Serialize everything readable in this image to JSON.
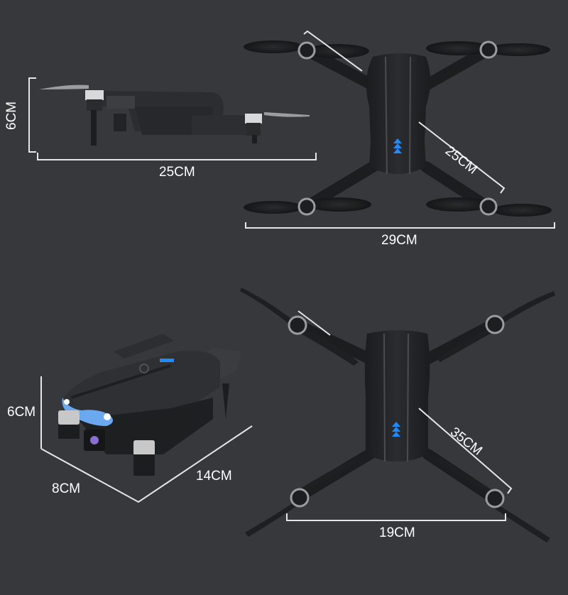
{
  "colors": {
    "background": "#36383b",
    "dimension_line": "#e6e6e6",
    "drone_body": "#1f2022",
    "drone_body_highlight": "#3a3c3f",
    "led_blue": "#1e8bff",
    "headlight_blue": "#6aa8f0",
    "motor_silver": "#c8c8c8"
  },
  "panels": [
    {
      "id": "side-view-folded",
      "view": "side",
      "dimensions": {
        "height": "6CM",
        "length": "25CM"
      }
    },
    {
      "id": "top-view-unfolded",
      "view": "top",
      "dimensions": {
        "diagonal": "25CM",
        "width": "29CM"
      }
    },
    {
      "id": "perspective-folded",
      "view": "perspective",
      "dimensions": {
        "height": "6CM",
        "width": "8CM",
        "length": "14CM"
      }
    },
    {
      "id": "top-view-extended",
      "view": "top",
      "dimensions": {
        "diagonal": "35CM",
        "width": "19CM"
      }
    }
  ],
  "icons": {
    "led_indicator": "triple-chevron-up",
    "body_logo": "circle-logo"
  }
}
